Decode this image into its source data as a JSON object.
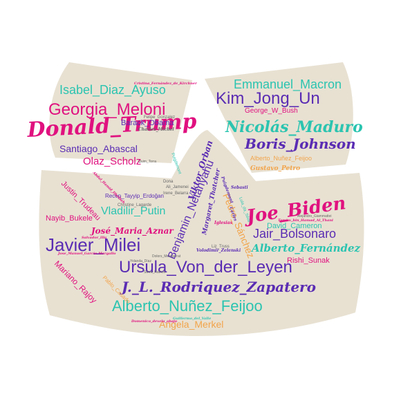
{
  "palette": {
    "shape": "#E8E1D2",
    "pink": "#E0117F",
    "purple": "#5A2CB3",
    "teal": "#2BC4B0",
    "orange": "#F2A44A",
    "gray": "#666666"
  },
  "words": [
    {
      "text": "Donald_Trump",
      "color": "pink"
    },
    {
      "text": "Georgia_Meloni",
      "color": "pink"
    },
    {
      "text": "Isabel_Diaz_Ayuso",
      "color": "teal"
    },
    {
      "text": "Santiago_Abascal",
      "color": "purple"
    },
    {
      "text": "Olaz_Scholz",
      "color": "pink"
    },
    {
      "text": "Barack_Obama",
      "color": "purple"
    },
    {
      "text": "Felipe_Gonzalez",
      "color": "gray"
    },
    {
      "text": "Charles_Michel",
      "color": "gray"
    },
    {
      "text": "Cristina_Fernández_de_Kirchner",
      "color": "pink"
    },
    {
      "text": "Emmanuel_Macron",
      "color": "teal"
    },
    {
      "text": "Kim_Jong_Un",
      "color": "purple"
    },
    {
      "text": "George_W_Bush",
      "color": "pink"
    },
    {
      "text": "Nicolás_Maduro",
      "color": "teal"
    },
    {
      "text": "Boris_Johnson",
      "color": "purple"
    },
    {
      "text": "Alberto_Nuñez_Feijoo",
      "color": "orange"
    },
    {
      "text": "Gustavo_Petro",
      "color": "orange"
    },
    {
      "text": "Joe_Biden",
      "color": "pink"
    },
    {
      "text": "Vladilir_Putin",
      "color": "teal"
    },
    {
      "text": "Javier_Milei",
      "color": "purple"
    },
    {
      "text": "Ursula_Von_der_Leyen",
      "color": "purple"
    },
    {
      "text": "J._L._Rodriquez_Zapatero",
      "color": "purple"
    },
    {
      "text": "Alberto_Nuñez_Feijoo",
      "color": "teal"
    },
    {
      "text": "Angela_Merkel",
      "color": "orange"
    },
    {
      "text": "Jair_Bolsonaro",
      "color": "purple"
    },
    {
      "text": "Alberto_Fernández",
      "color": "teal"
    },
    {
      "text": "David_Cameron",
      "color": "teal"
    },
    {
      "text": "Rishi_Sunak",
      "color": "pink"
    },
    {
      "text": "José_Maria_Aznar",
      "color": "pink"
    },
    {
      "text": "Nayib_Bukele",
      "color": "pink"
    },
    {
      "text": "Justin_Trudeau",
      "color": "pink"
    },
    {
      "text": "Recep_Tayyip_Erdoğan",
      "color": "purple"
    },
    {
      "text": "Benjamin_Netanyahu",
      "color": "purple"
    },
    {
      "text": "Pedro_Sánchez",
      "color": "orange"
    },
    {
      "text": "Viktor_Orban",
      "color": "purple"
    },
    {
      "text": "Mariano_Rajoy",
      "color": "pink"
    },
    {
      "text": "Margaret_Thatcher",
      "color": "purple"
    },
    {
      "text": "Volodimir_Zelenski",
      "color": "purple"
    },
    {
      "text": "Christine_Lagarde",
      "color": "gray"
    },
    {
      "text": "Liz_Truss",
      "color": "gray"
    },
    {
      "text": "Ali_Jamenei",
      "color": "gray"
    },
    {
      "text": "Irene_Belarra",
      "color": "gray"
    },
    {
      "text": "Salvador_Illa",
      "color": "pink"
    },
    {
      "text": "Jose_Manuel_Garcia-Margallo",
      "color": "pink"
    },
    {
      "text": "Dolors_Montserrat",
      "color": "gray"
    },
    {
      "text": "Yolanda_Díaz",
      "color": "gray"
    },
    {
      "text": "Sleve_Ramon",
      "color": "gray"
    },
    {
      "text": "Guillermo_del_Valle",
      "color": "teal"
    },
    {
      "text": "Domenico_devela_abajo",
      "color": "pink"
    },
    {
      "text": "Tamim_bin_Hamad_Al_Thani",
      "color": "pink"
    },
    {
      "text": "Alejandro_Giammattei",
      "color": "gray"
    },
    {
      "text": "Iglesias",
      "color": "pink"
    },
    {
      "text": "Dona",
      "color": "gray"
    },
    {
      "text": "Quim_Torra",
      "color": "gray"
    },
    {
      "text": "Sebasti",
      "color": "purple"
    },
    {
      "text": "Abdul_Hamid_Dbeibah",
      "color": "pink"
    },
    {
      "text": "Pablo_Casado",
      "color": "orange"
    },
    {
      "text": "Puigdemont",
      "color": "teal"
    },
    {
      "text": "Puigdemont",
      "color": "purple"
    },
    {
      "text": "Lula_da_Silva",
      "color": "teal"
    },
    {
      "text": "Carles",
      "color": "purple"
    }
  ]
}
